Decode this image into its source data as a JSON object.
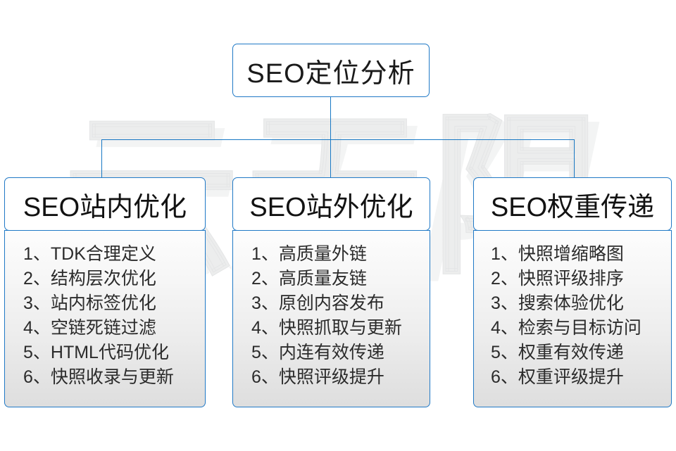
{
  "diagram": {
    "root": {
      "label": "SEO定位分析"
    },
    "watermark": {
      "text": "云无限"
    },
    "accent_color": "#2079c6",
    "connector_color": "#1878c4",
    "columns": [
      {
        "header": "SEO站内优化",
        "items": [
          "1、TDK合理定义",
          "2、结构层次优化",
          "3、站内标签优化",
          "4、空链死链过滤",
          "5、HTML代码优化",
          "6、快照收录与更新"
        ]
      },
      {
        "header": "SEO站外优化",
        "items": [
          "1、高质量外链",
          "2、高质量友链",
          "3、原创内容发布",
          "4、快照抓取与更新",
          "5、内连有效传递",
          "6、快照评级提升"
        ]
      },
      {
        "header": "SEO权重传递",
        "items": [
          "1、快照增缩略图",
          "2、快照评级排序",
          "3、搜索体验优化",
          "4、检索与目标访问",
          "5、权重有效传递",
          "6、权重评级提升"
        ]
      }
    ]
  }
}
